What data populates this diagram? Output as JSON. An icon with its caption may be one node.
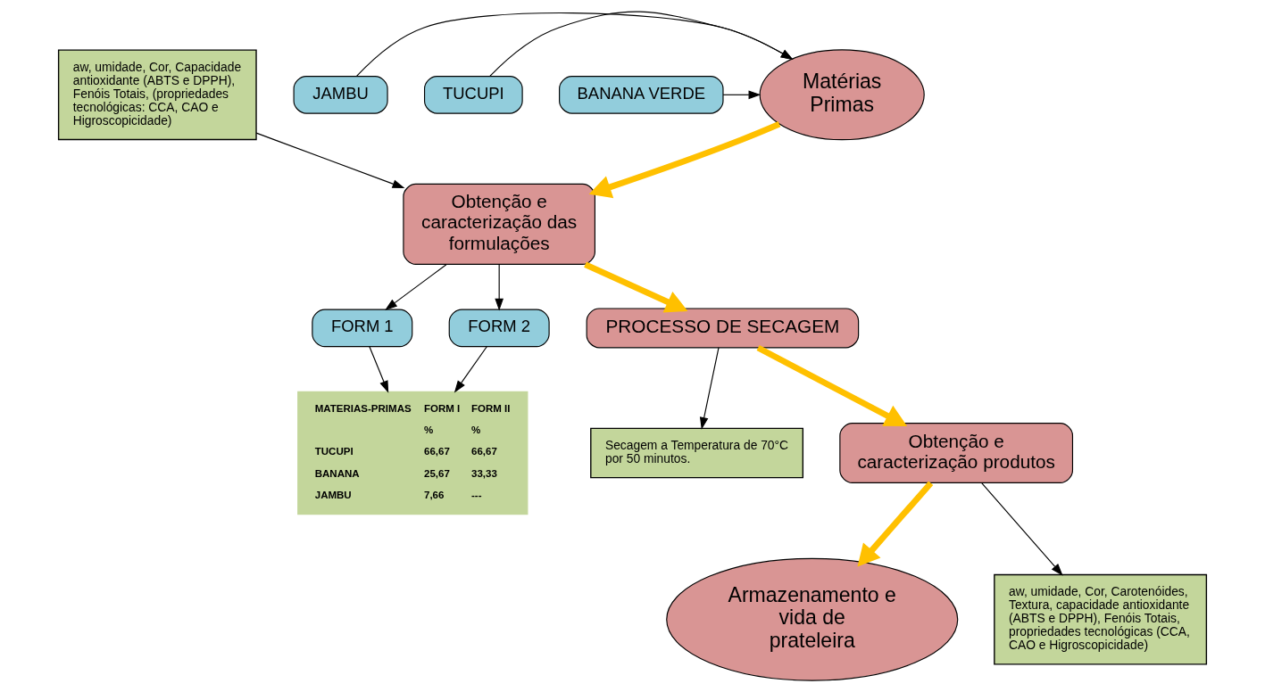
{
  "diagram": {
    "nodes": [
      {
        "text": [
          "Matérias Primas"
        ]
      },
      {
        "text": [
          "JAMBU"
        ]
      },
      {
        "text": [
          "TUCUPI"
        ]
      },
      {
        "text": [
          "BANANA VERDE"
        ]
      },
      {
        "text": [
          "MATERIAS-PRIMAS",
          "FORM I",
          "FORM II",
          "%",
          "%",
          "TUCUPI",
          "66,67",
          "66,67",
          "BANANA",
          "25,67",
          "33,33",
          "JAMBU",
          "7,66",
          "---"
        ]
      },
      {
        "text": [
          "Obtenção e caracterização das formulações"
        ]
      },
      {
        "text": [
          "FORM 1"
        ]
      },
      {
        "text": [
          "FORM 2"
        ]
      },
      {
        "text": [
          "aw, umidade, Cor, Capacidade antioxidante (ABTS e DPPH), Fenóis Totais, (propriedades tecnológicas: CCA, CAO e Higroscopicidade)"
        ]
      },
      {
        "text": [
          "Armazenamento e vida de prateleira"
        ]
      },
      {
        "text": [
          "aw, umidade, Cor, Carotenóides, Textura, capacidade antioxidante (ABTS e DPPH), Fenóis Totais, propriedades tecnológicas (CCA, CAO e Higroscopicidade)"
        ]
      },
      {
        "text": [
          "PROCESSO DE SECAGEM"
        ]
      },
      {
        "text": [
          "Secagem a Temperatura de 70°C por 50 minutos."
        ]
      },
      {
        "text": [
          "Obtenção e caracterização produtos"
        ]
      }
    ],
    "edges": [
      {
        "from": 1,
        "to": 0,
        "arrow": "to"
      },
      {
        "from": 2,
        "to": 0,
        "arrow": "to"
      },
      {
        "from": 3,
        "to": 0,
        "arrow": "to"
      },
      {
        "from": 0,
        "to": 5,
        "arrow": "to",
        "style": "thick",
        "color": "#ffc000"
      },
      {
        "from": 8,
        "to": 5,
        "arrow": "to"
      },
      {
        "from": 5,
        "to": 6,
        "arrow": "to"
      },
      {
        "from": 5,
        "to": 7,
        "arrow": "to"
      },
      {
        "from": 6,
        "to": 4,
        "arrow": "to"
      },
      {
        "from": 7,
        "to": 4,
        "arrow": "to"
      },
      {
        "from": 5,
        "to": 11,
        "arrow": "to",
        "style": "thick",
        "color": "#ffc000"
      },
      {
        "from": 11,
        "to": 12,
        "arrow": "to"
      },
      {
        "from": 11,
        "to": 13,
        "arrow": "to",
        "style": "thick",
        "color": "#ffc000"
      },
      {
        "from": 13,
        "to": 10,
        "arrow": "to"
      },
      {
        "from": 13,
        "to": 9,
        "arrow": "to",
        "style": "thick",
        "color": "#ffc000"
      }
    ]
  }
}
